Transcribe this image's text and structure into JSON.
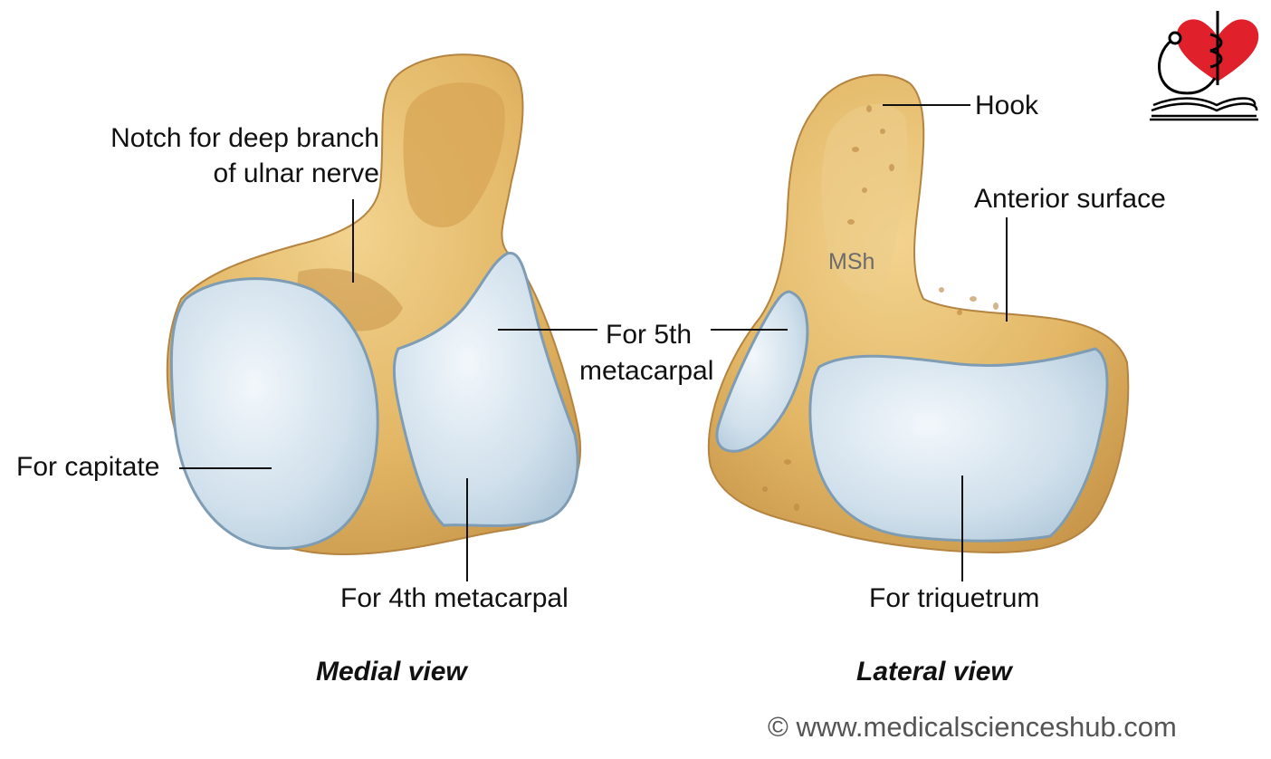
{
  "labels": {
    "notch_line1": "Notch for deep branch",
    "notch_line2": "of ulnar nerve",
    "for_capitate": "For capitate",
    "for_5th_line1": "For 5th",
    "for_5th_line2": "metacarpal",
    "for_4th": "For 4th metacarpal",
    "hook": "Hook",
    "anterior_surface": "Anterior surface",
    "for_triquetrum": "For triquetrum",
    "msh": "MSh"
  },
  "captions": {
    "medial": "Medial view",
    "lateral": "Lateral view"
  },
  "credit": "© www.medicalscienceshub.com",
  "colors": {
    "bone": "#e2b665",
    "bone_dark": "#c8964a",
    "cartilage": "#c7d9e6",
    "cartilage_light": "#e9f1f7",
    "cartilage_edge": "#8aa7bd",
    "leader": "#111111",
    "logo_red": "#e0202a"
  }
}
